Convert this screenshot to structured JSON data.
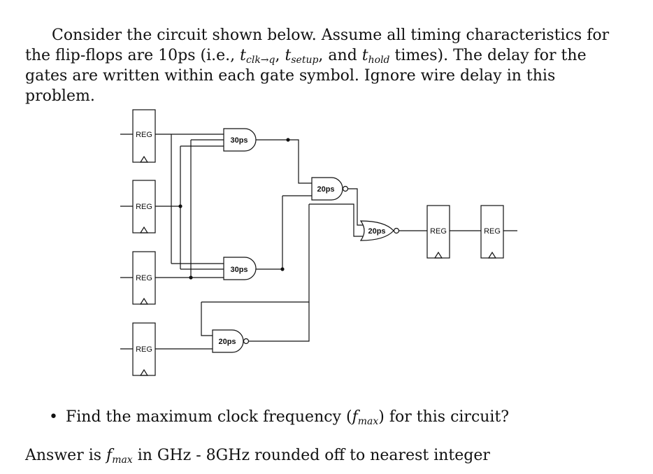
{
  "problem": {
    "intro_a": "Consider the circuit shown below. Assume all timing characteristics for the flip-flops are 10ps (i.e., ",
    "t_clk_q_base": "t",
    "t_clk_q_sub": "clk→q",
    "sep1": ", ",
    "t_setup_base": "t",
    "t_setup_sub": "setup",
    "sep2": ", and ",
    "t_hold_base": "t",
    "t_hold_sub": "hold",
    "intro_b": " times). The delay for the gates are written within each gate symbol. Ignore wire delay in this problem."
  },
  "circuit": {
    "reg_label": "REG",
    "gates": {
      "and_top": "30ps",
      "and_mid": "30ps",
      "nand_bottom": "20ps",
      "nand_center": "20ps",
      "nor_right": "20ps"
    }
  },
  "question": {
    "bullet": "•",
    "text_a": "Find the maximum clock frequency (",
    "f_base": "f",
    "f_sub": "max",
    "text_b": ") for this circuit?"
  },
  "answer": {
    "text_a": "Answer is ",
    "f_base": "f",
    "f_sub": "max",
    "text_b": " in GHz - 8GHz rounded off to nearest integer"
  }
}
